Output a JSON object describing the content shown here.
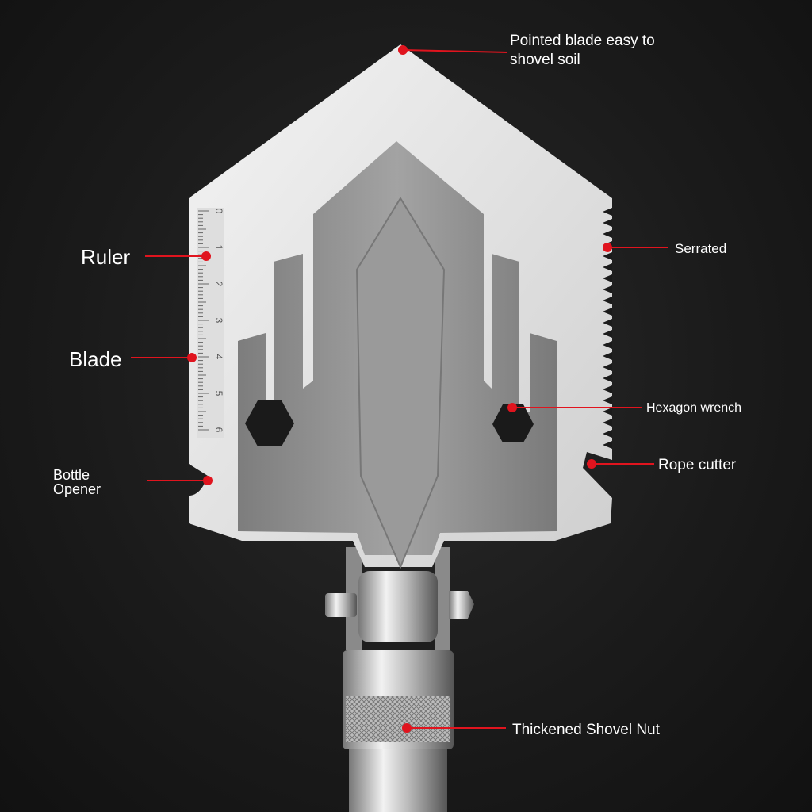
{
  "annotations": {
    "pointed_blade": [
      "Pointed blade easy to",
      "shovel soil"
    ],
    "ruler": "Ruler",
    "blade": "Blade",
    "bottle_opener": [
      "Bottle",
      "Opener"
    ],
    "serrated": "Serrated",
    "hexagon_wrench": "Hexagon wrench",
    "rope_cutter": "Rope cutter",
    "shovel_nut": "Thickened Shovel Nut"
  },
  "ruler_marks": [
    "0",
    "1",
    "2",
    "3",
    "4",
    "5",
    "6"
  ],
  "colors": {
    "accent": "#e0141e",
    "background": "#1b1b1b",
    "blade": "#e6e6e6",
    "inner": "#8c8c8c"
  }
}
